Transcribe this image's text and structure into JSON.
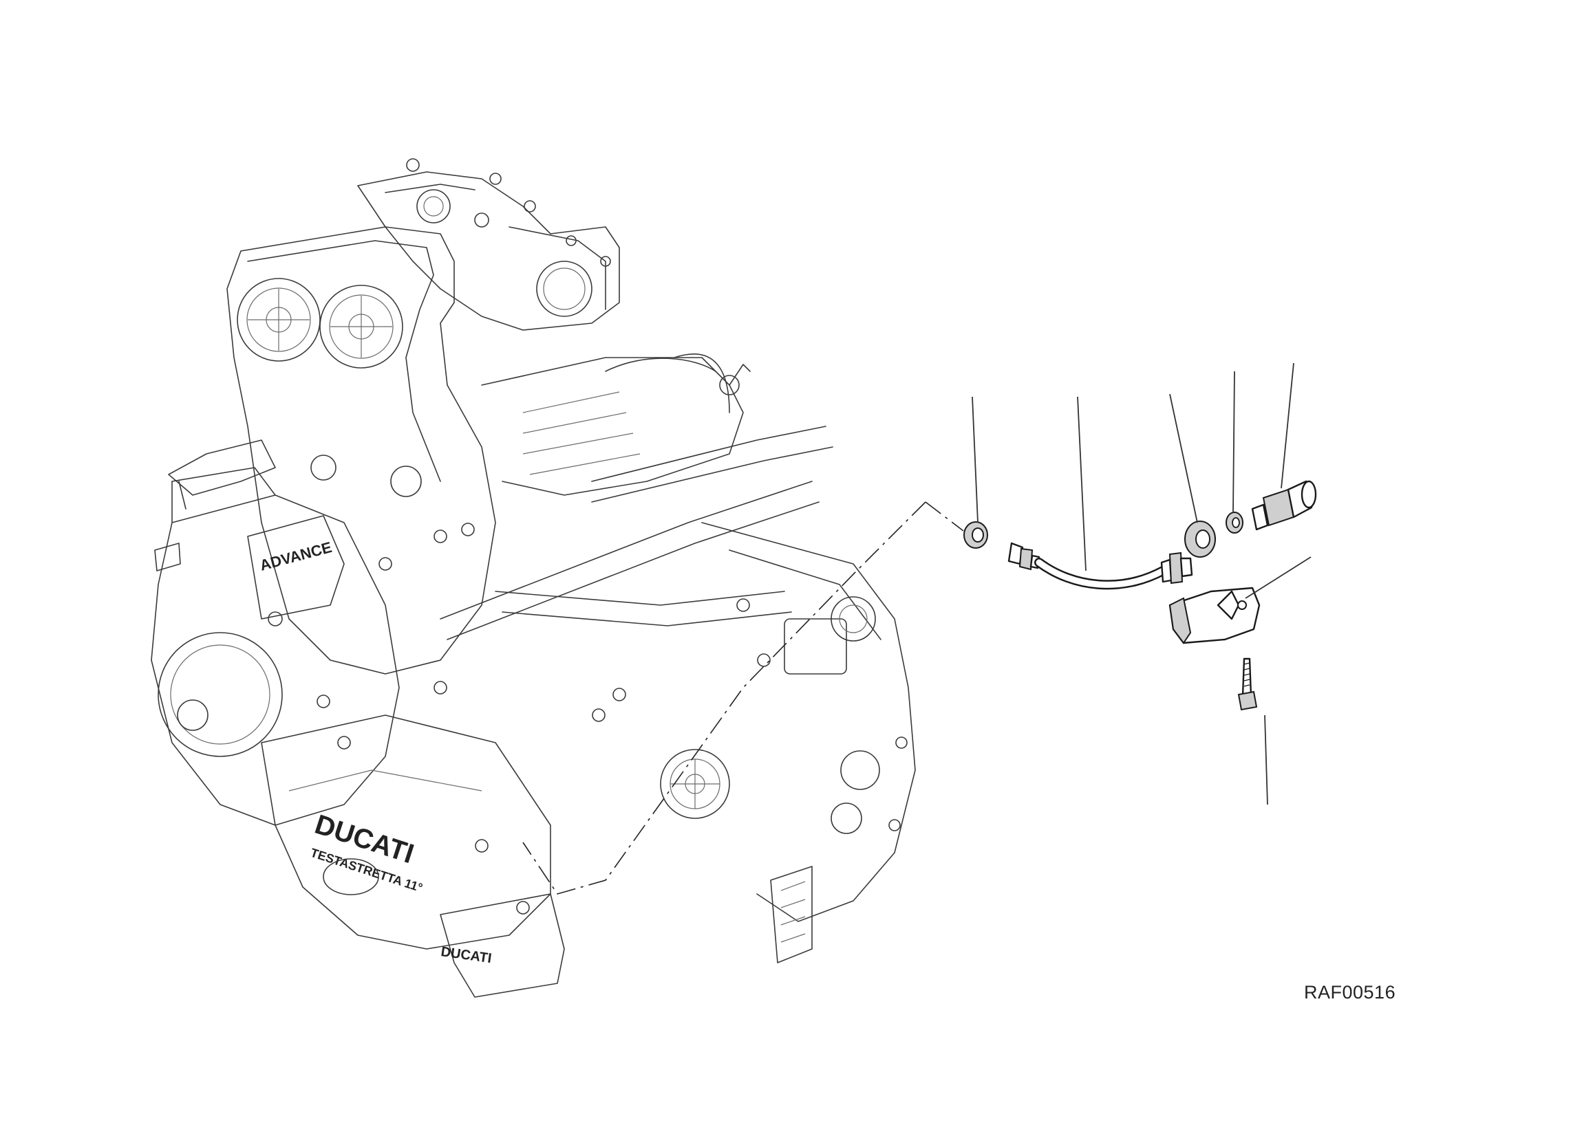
{
  "drawing": {
    "reference_code": "RAF00516",
    "engine_brand_text": "DUCATI",
    "engine_sub_text": "TESTASTRETTA 11°",
    "sump_brand_text": "DUCATI"
  }
}
